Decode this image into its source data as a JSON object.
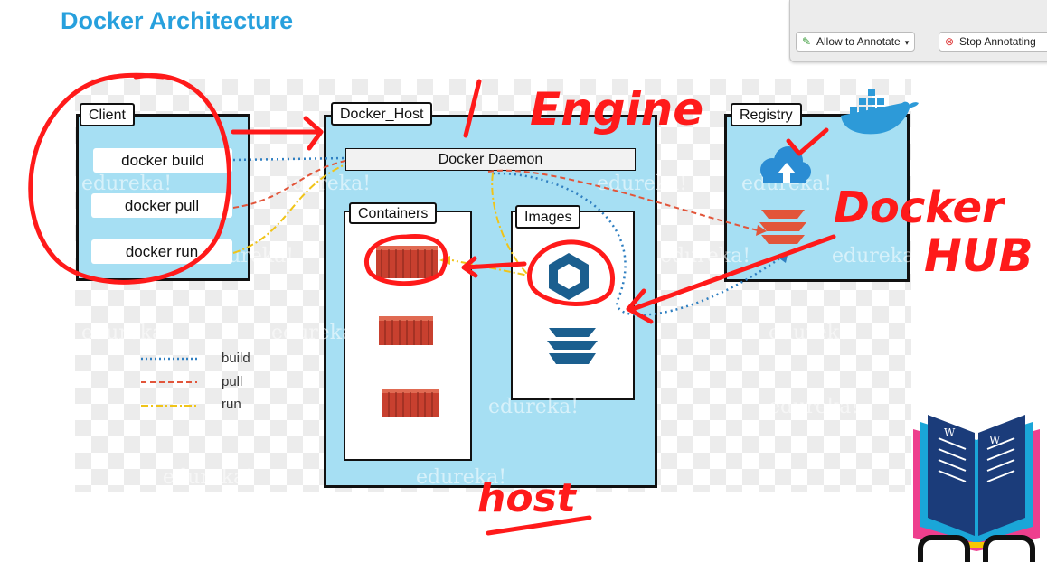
{
  "page": {
    "title": "Docker Architecture"
  },
  "toolbar": {
    "allow_annotate": "Allow to Annotate",
    "stop_annotating": "Stop Annotating"
  },
  "diagram": {
    "client": {
      "label": "Client",
      "commands": [
        "docker build",
        "docker pull",
        "docker run"
      ]
    },
    "host": {
      "label": "Docker_Host",
      "daemon": "Docker Daemon",
      "containers_label": "Containers",
      "images_label": "Images"
    },
    "registry": {
      "label": "Registry"
    },
    "legend": [
      "build",
      "pull",
      "run"
    ],
    "watermark": "edureka!"
  },
  "colors": {
    "title": "#27a0dd",
    "box": "#a6dff3",
    "build": "#2f7fc1",
    "pull": "#e2553a",
    "run": "#f0c419",
    "annotation": "#ff1a1a",
    "container": "#c8402f",
    "image": "#1b5f8f"
  },
  "annotations": [
    "Engine",
    "Docker",
    "HUB",
    "host"
  ]
}
